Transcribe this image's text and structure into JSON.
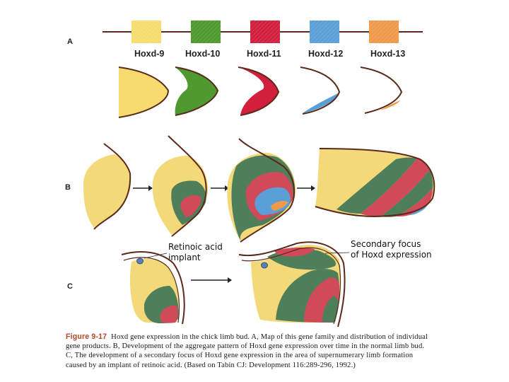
{
  "panels": {
    "a": "A",
    "b": "B",
    "c": "C"
  },
  "genes": [
    {
      "label": "Hoxd-9",
      "color": "#f6dc6e"
    },
    {
      "label": "Hoxd-10",
      "color": "#4e9a2e"
    },
    {
      "label": "Hoxd-11",
      "color": "#d11f3c"
    },
    {
      "label": "Hoxd-12",
      "color": "#5a9fd6"
    },
    {
      "label": "Hoxd-13",
      "color": "#ef9a4a"
    }
  ],
  "annotations": {
    "retinoic_line1": "Retinoic acid",
    "retinoic_line2": "implant",
    "secondary_line1": "Secondary focus",
    "secondary_line2": "of Hoxd expression"
  },
  "caption": {
    "figure_label": "Figure 9-17",
    "text": "Hoxd gene expression in the chick limb bud. A, Map of this gene family and distribution of individual gene products. B, Development of the aggregate pattern of Hoxd gene expression over time in the normal limb bud. C, The development of a secondary focus of Hoxd gene expression in the area of supernumerary limb formation caused by an implant of retinoic acid. (Based on Tabin CJ: Development 116:289-296, 1992.)"
  },
  "colors": {
    "outline": "#5a2a1a",
    "bud_yellow": "#f3d97a",
    "bud_green": "#4f7f5a",
    "caption_label": "#b0472a"
  }
}
